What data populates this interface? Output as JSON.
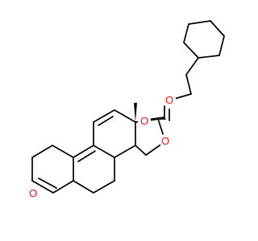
{
  "structure": {
    "atom_labels": {
      "ring_oxygen": "O",
      "ester_oxygen": "O",
      "carbonyl_oxygen": "O",
      "ether_oxygen": "O"
    },
    "colors": {
      "bond": "#000000",
      "oxygen": "#ff0d0d",
      "background": "#ffffff"
    }
  }
}
